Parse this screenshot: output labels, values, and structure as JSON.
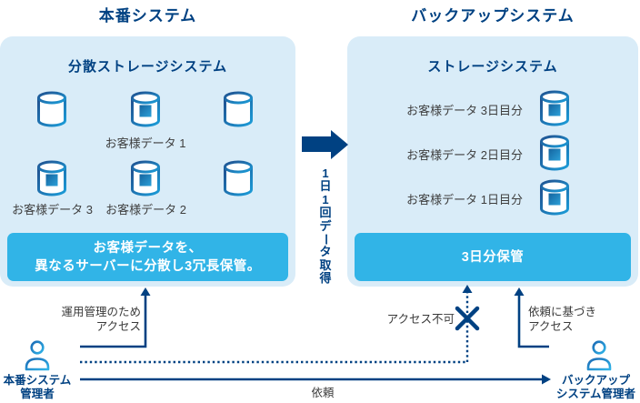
{
  "colors": {
    "navy": "#004182",
    "panel_bg": "#d9ecf8",
    "banner_bg": "#31b4e7",
    "text_dark": "#3e3e3e",
    "cylinder_gradient": [
      "#20508f",
      "#1b9cd8"
    ]
  },
  "production": {
    "title": "本番システム",
    "panel_heading": "分散ストレージシステム",
    "data_labels": {
      "d1": "お客様データ 1",
      "d2": "お客様データ 2",
      "d3": "お客様データ 3"
    },
    "banner": {
      "line1": "お客様データを、",
      "line2": "異なるサーバーに分散し3冗長保管。"
    }
  },
  "backup": {
    "title": "バックアップシステム",
    "panel_heading": "ストレージシステム",
    "rows": [
      {
        "label": "お客様データ 3日目分"
      },
      {
        "label": "お客様データ 2日目分"
      },
      {
        "label": "お客様データ 1日目分"
      }
    ],
    "banner": "3日分保管"
  },
  "transfer": {
    "vertical_label": "1日1回データ取得"
  },
  "annotations": {
    "ops_access": {
      "line1": "運用管理のため",
      "line2": "アクセス"
    },
    "no_access": "アクセス不可",
    "request_access": {
      "line1": "依頼に基づき",
      "line2": "アクセス"
    },
    "request": "依頼"
  },
  "actors": {
    "production_admin": {
      "line1": "本番システム",
      "line2": "管理者"
    },
    "backup_admin": {
      "line1": "バックアップ",
      "line2": "システム管理者"
    }
  }
}
